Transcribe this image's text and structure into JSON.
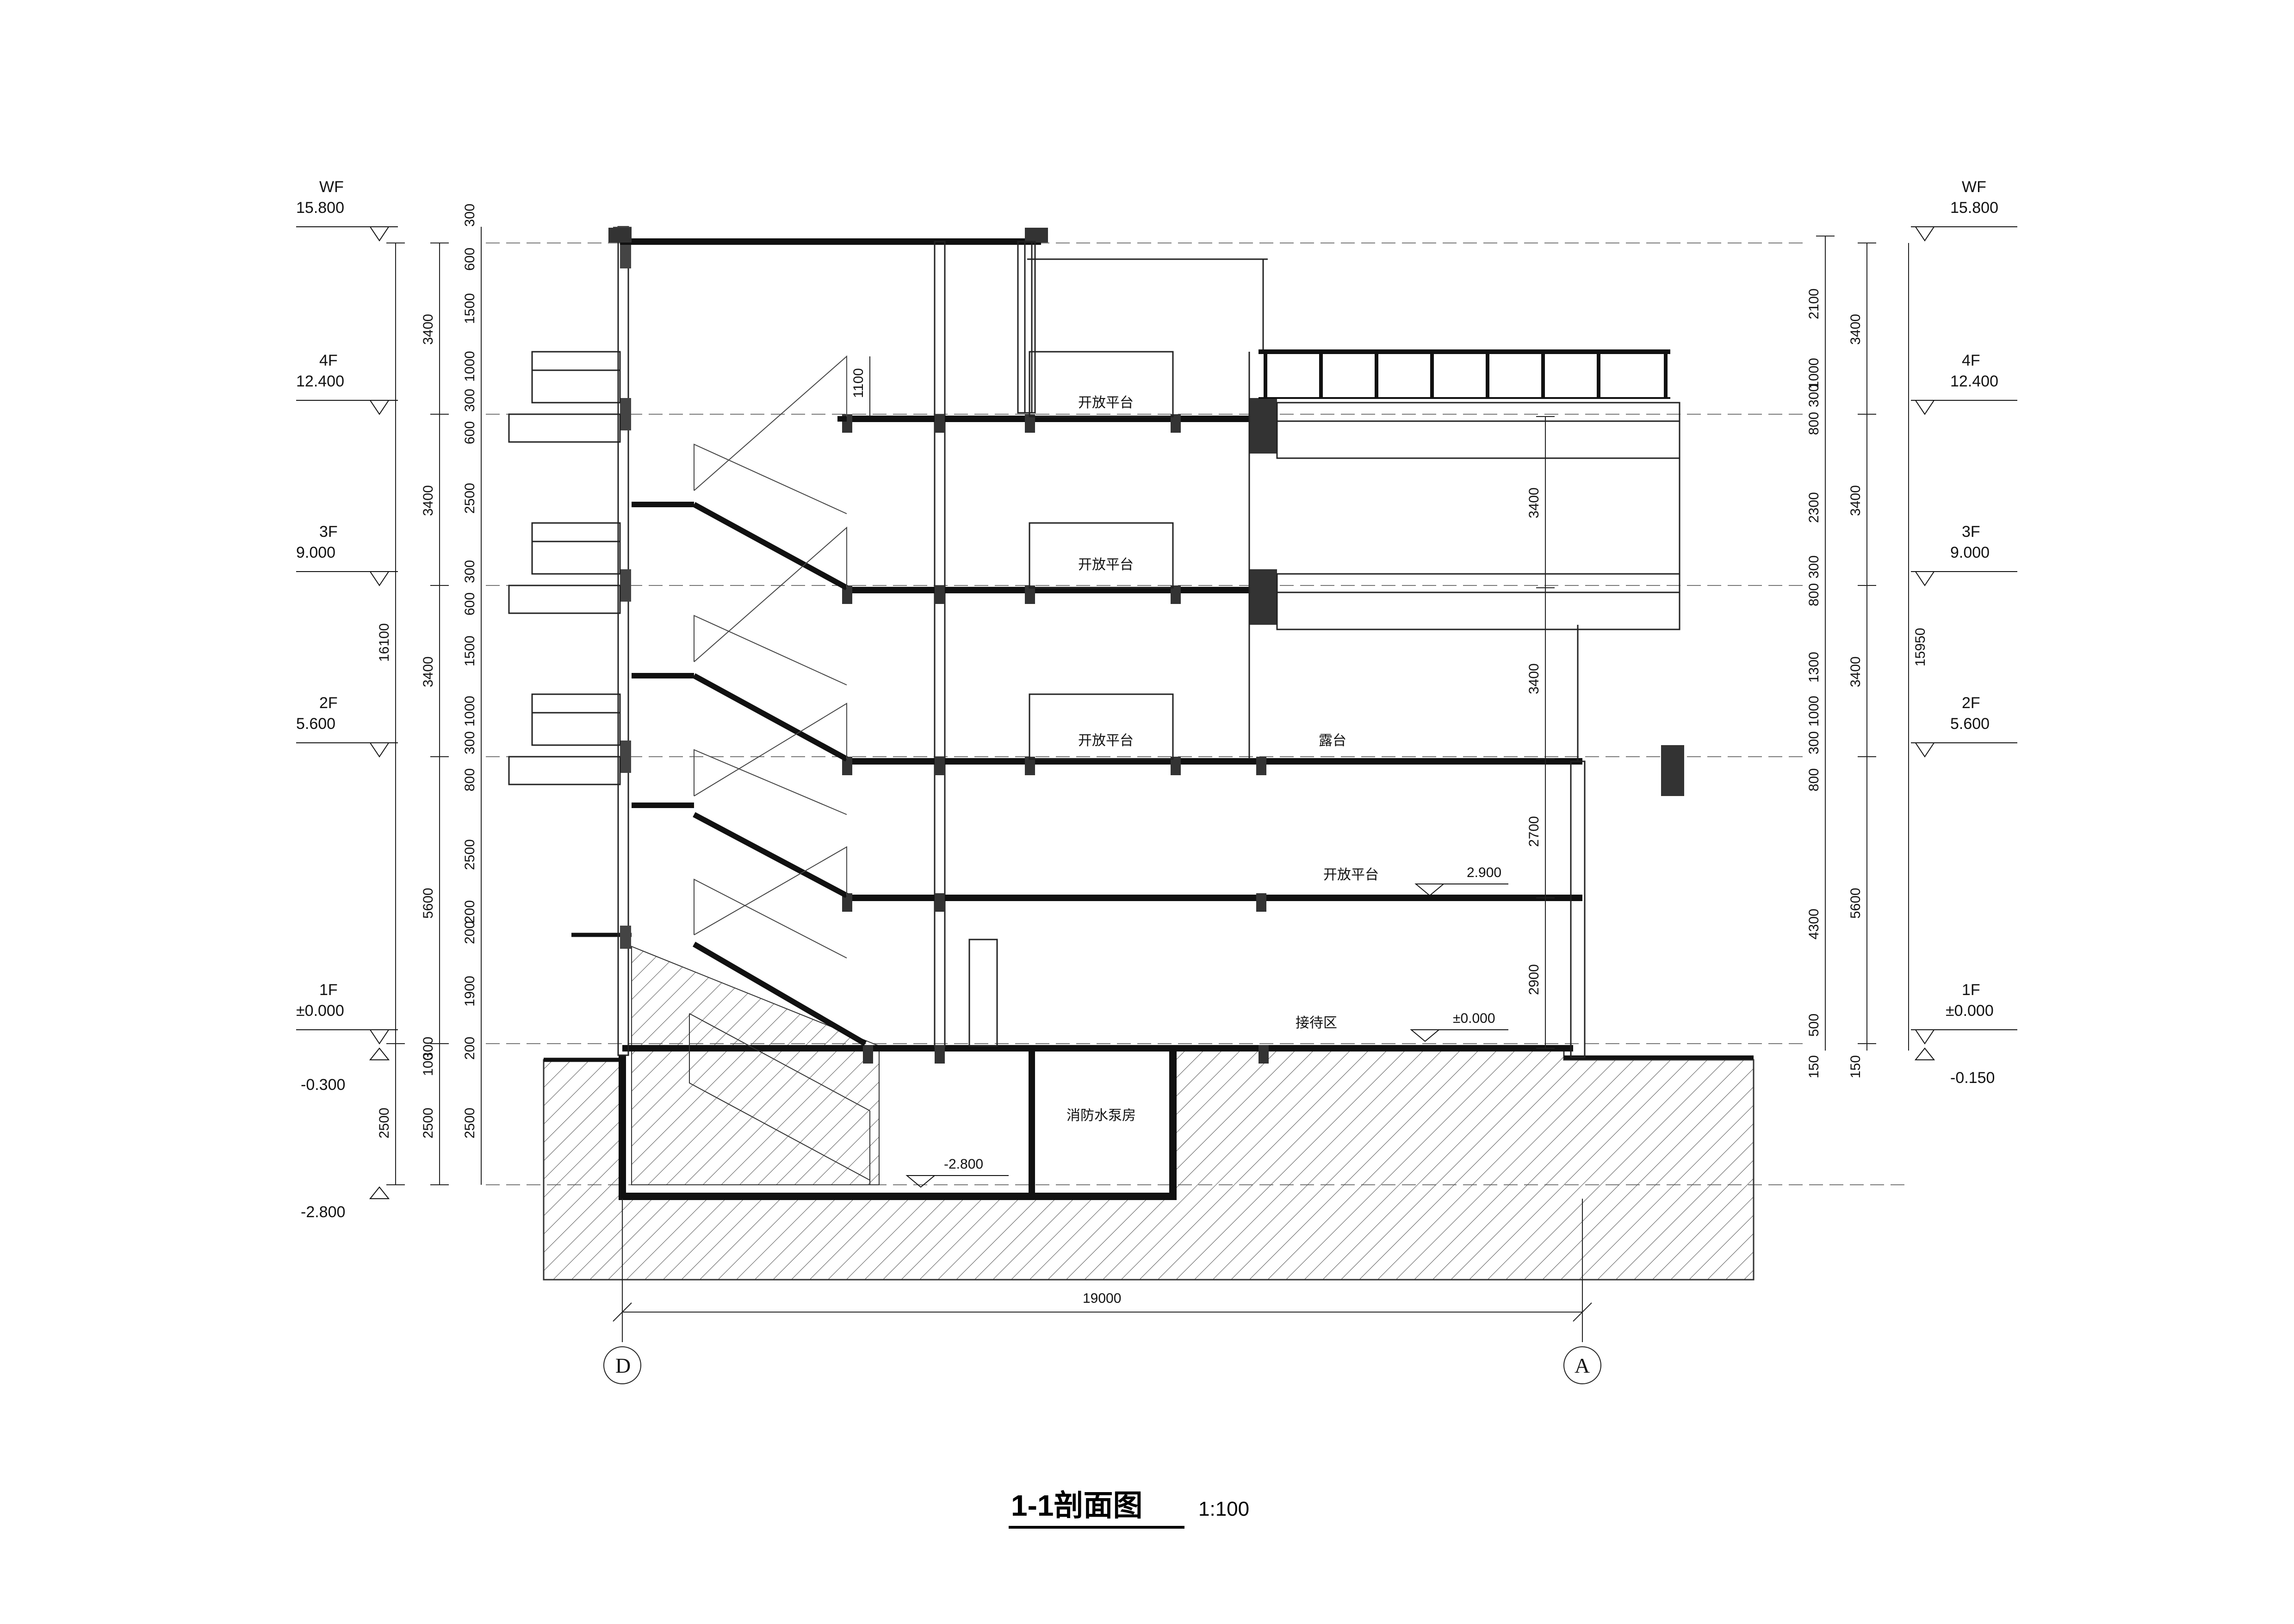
{
  "drawing": {
    "title": "1-1剖面图",
    "scale": "1:100",
    "overall_width_dim": "19000",
    "grid_left": "D",
    "grid_right": "A"
  },
  "levels": [
    {
      "name": "WF",
      "elev": "15.800"
    },
    {
      "name": "4F",
      "elev": "12.400"
    },
    {
      "name": "3F",
      "elev": "9.000"
    },
    {
      "name": "2F",
      "elev": "5.600"
    },
    {
      "name": "1F",
      "elev": "±0.000"
    }
  ],
  "extra_elevations": {
    "left_minus_03": "-0.300",
    "left_minus_28": "-2.800",
    "right_minus_015": "-0.150"
  },
  "rooms": {
    "platform_4f": "开放平台",
    "platform_3f": "开放平台",
    "platform_2f": "开放平台",
    "terrace_2f": "露台",
    "platform_mid": "开放平台",
    "platform_mid_elev": "2.900",
    "reception": "接待区",
    "reception_elev": "±0.000",
    "pump_room": "消防水泵房",
    "basement_elev": "-2.800"
  },
  "left_dims": {
    "outer": [
      "16100"
    ],
    "col2": [
      "3400",
      "3400",
      "3400",
      "5600",
      "2500",
      "2500"
    ],
    "col3": [
      "300",
      "600",
      "1500",
      "1000",
      "300",
      "600",
      "2500",
      "300",
      "600",
      "1500",
      "1000",
      "300",
      "800",
      "2500",
      "200",
      "200",
      "1900",
      "300",
      "100",
      "200",
      "2500"
    ]
  },
  "right_dims": {
    "outer": [
      "15950"
    ],
    "col2": [
      "3400",
      "3400",
      "3400",
      "5600",
      "150"
    ],
    "col1": [
      "2100",
      "1000",
      "800",
      "300",
      "2300",
      "800",
      "300",
      "1300",
      "1000",
      "800",
      "300",
      "4300",
      "500",
      "150"
    ]
  },
  "section_dims": {
    "rail_height": "1100",
    "v_4f_3f": "3400",
    "v_3f_2f": "3400",
    "v_2f_mid": "2700",
    "v_mid_1f": "2900"
  }
}
